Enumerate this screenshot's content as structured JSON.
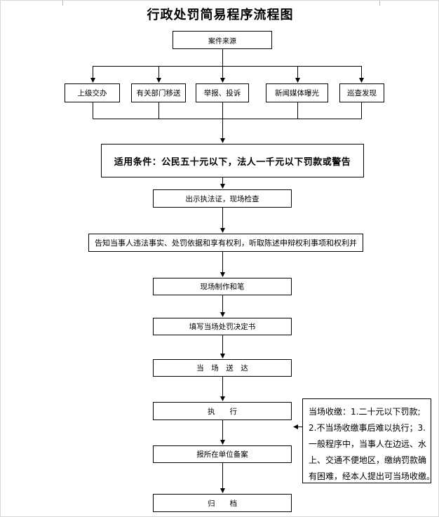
{
  "page": {
    "title": "行政处罚简易程序流程图"
  },
  "flow": {
    "source": "案件来源",
    "branches": [
      "上级交办",
      "有关部门移送",
      "举报、投诉",
      "新闻媒体曝光",
      "巡查发现"
    ],
    "condition": "适用条件：公民五十元以下，法人一千元以下罚款或警告",
    "steps": [
      "出示执法证，现场检查",
      "告知当事人违法事实、处罚依据和享有权利，听取陈述申辩权利事项和权利并",
      "现场制作和笔",
      "填写当场处罚决定书",
      "当　场　送　达",
      "执　　行",
      "报所在单位备案",
      "归　　档"
    ],
    "note_lines": [
      "当场收缴：1.二十元以下罚款;",
      "2.不当场收缴事后难以执行；3.",
      "一般程序中，当事人在边远、水",
      "上、交通不便地区，缴纳罚款确",
      "有困难，经本人提出可当场收缴。"
    ]
  },
  "colors": {
    "line": "#000000",
    "box_border": "#000000",
    "background": "#ffffff",
    "page_edge": "#d8d8d8"
  }
}
